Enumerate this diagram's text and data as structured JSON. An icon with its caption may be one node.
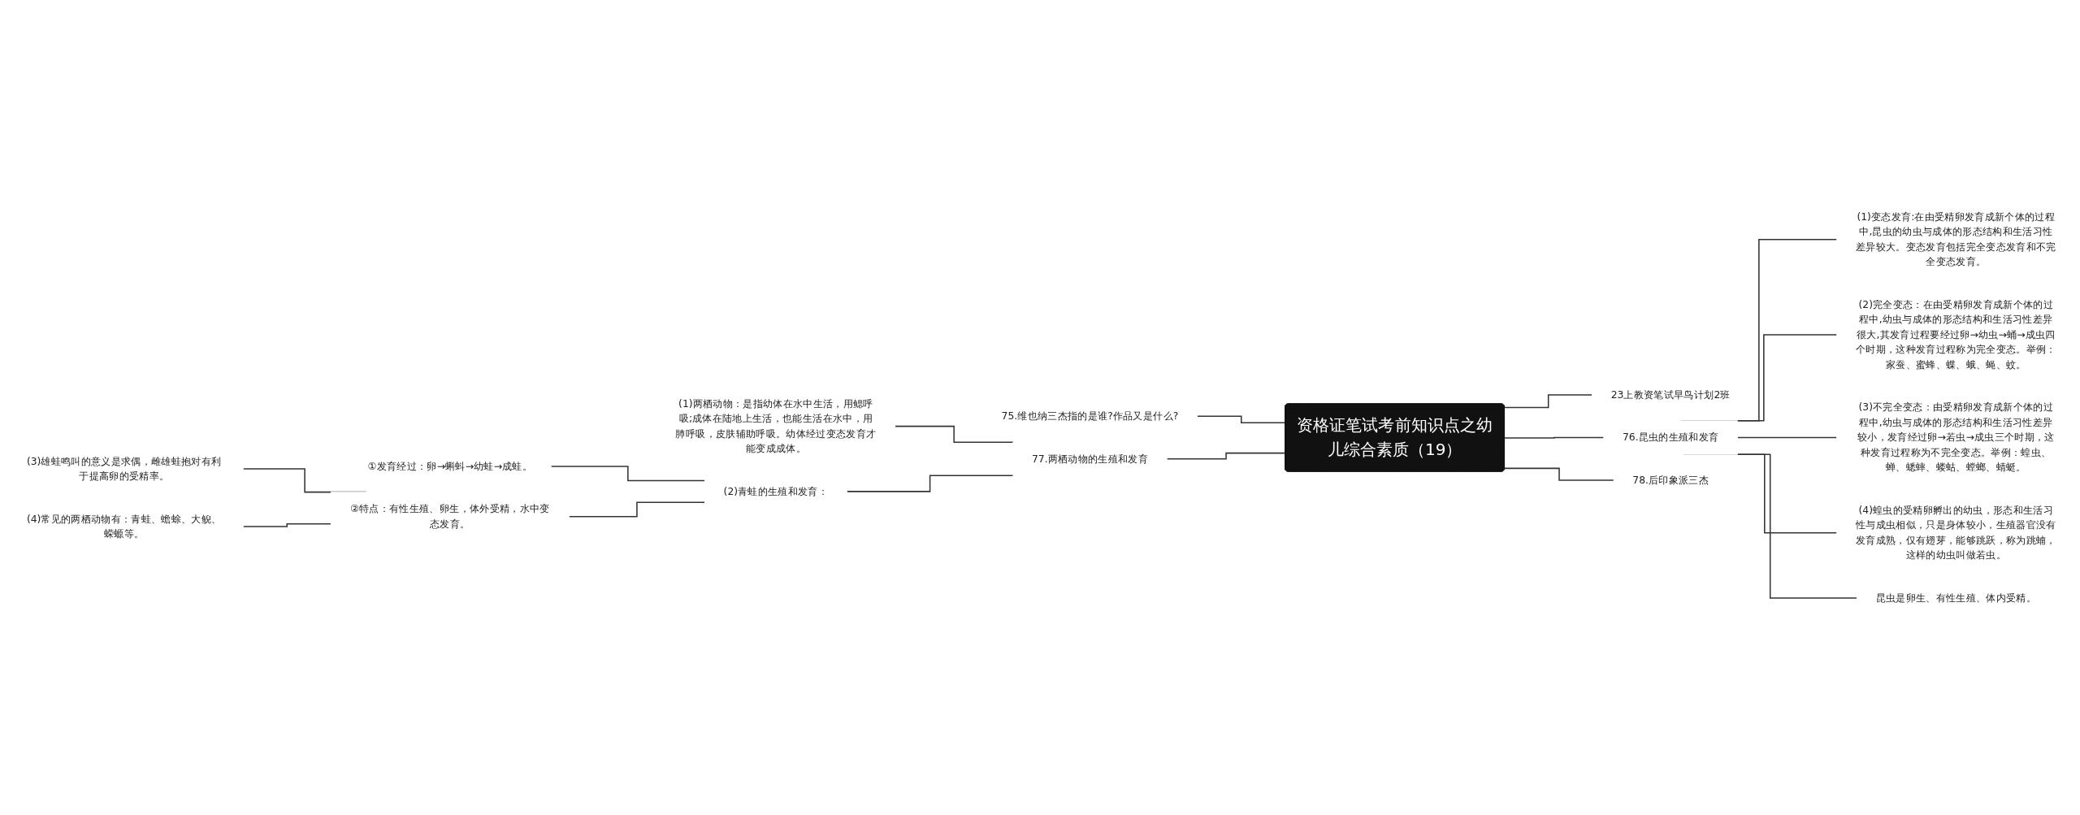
{
  "diagram": {
    "nodes": [
      {
        "text": [
          "资格证笔试考前知识点之幼儿综合素质（19）"
        ]
      },
      {
        "text": [
          "75.维也纳三杰指的是谁?作品又是什么?"
        ]
      },
      {
        "text": [
          "77.两栖动物的生殖和发育"
        ]
      },
      {
        "text": [
          "(1)两栖动物：是指幼体在水中生活，用鳃呼吸;成体在陆地上生活，也能生活在水中，用肺呼吸，皮肤辅助呼吸。幼体经过变态发育才能变成成体。"
        ]
      },
      {
        "text": [
          "(2)青蛙的生殖和发育："
        ]
      },
      {
        "text": [
          "①发育经过：卵→蝌蚪→幼蛙→成蛙。"
        ]
      },
      {
        "text": [
          "②特点：有性生殖、卵生，体外受精，水中变态发育。"
        ]
      },
      {
        "text": [
          "(3)雄蛙鸣叫的意义是求偶，雌雄蛙抱对有利于提高卵的受精率。"
        ]
      },
      {
        "text": [
          "(4)常见的两栖动物有：青蛙、蟾蜍、大鲵、蝾螈等。"
        ]
      },
      {
        "text": [
          "23上教资笔试早鸟计划2班"
        ]
      },
      {
        "text": [
          "76.昆虫的生殖和发育"
        ]
      },
      {
        "text": [
          "(1)变态发育:在由受精卵发育成新个体的过程中,昆虫的幼虫与成体的形态结构和生活习性差异较大。变态发育包括完全变态发育和不完全变态发育。"
        ]
      },
      {
        "text": [
          "(2)完全变态：在由受精卵发育成新个体的过程中,幼虫与成体的形态结构和生活习性差异很大,其发育过程要经过卵→幼虫→蛹→成虫四个时期，这种发育过程称为完全变态。举例：家蚕、蜜蜂、蝶、蛾、蝇、蚊。"
        ]
      },
      {
        "text": [
          "(3)不完全变态：由受精卵发育成新个体的过程中,幼虫与成体的形态结构和生活习性差异较小，发育经过卵→若虫→成虫三个时期，这种发育过程称为不完全变态。举例：蝗虫、蝉、蟋蟀、蝼蛄、螳螂、蜻蜓。"
        ]
      },
      {
        "text": [
          "(4)蝗虫的受精卵孵出的幼虫，形态和生活习性与成虫相似，只是身体较小，生殖器官没有发育成熟，仅有翅芽，能够跳跃，称为跳蝻，这样的幼虫叫做若虫。"
        ]
      },
      {
        "text": [
          "昆虫是卵生、有性生殖、体内受精。"
        ]
      },
      {
        "text": [
          "78.后印象派三杰"
        ]
      }
    ],
    "edges": [
      {
        "from": 0,
        "to": 1,
        "arrow": "none"
      },
      {
        "from": 0,
        "to": 2,
        "arrow": "none"
      },
      {
        "from": 2,
        "to": 3,
        "arrow": "none"
      },
      {
        "from": 2,
        "to": 4,
        "arrow": "none"
      },
      {
        "from": 4,
        "to": 5,
        "arrow": "none"
      },
      {
        "from": 4,
        "to": 6,
        "arrow": "none"
      },
      {
        "from": 6,
        "to": 7,
        "arrow": "none"
      },
      {
        "from": 6,
        "to": 8,
        "arrow": "none"
      },
      {
        "from": 0,
        "to": 9,
        "arrow": "none"
      },
      {
        "from": 0,
        "to": 10,
        "arrow": "none"
      },
      {
        "from": 10,
        "to": 11,
        "arrow": "none"
      },
      {
        "from": 10,
        "to": 12,
        "arrow": "none"
      },
      {
        "from": 10,
        "to": 13,
        "arrow": "none"
      },
      {
        "from": 10,
        "to": 14,
        "arrow": "none"
      },
      {
        "from": 10,
        "to": 15,
        "arrow": "none"
      },
      {
        "from": 0,
        "to": 16,
        "arrow": "none"
      }
    ]
  }
}
